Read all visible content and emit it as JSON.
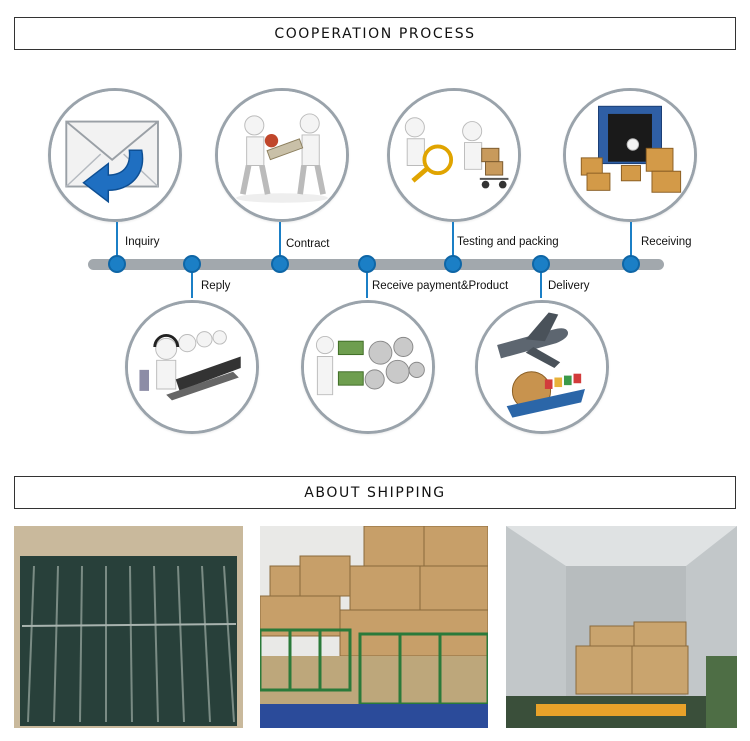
{
  "headers": {
    "process": "COOPERATION PROCESS",
    "shipping": "ABOUT SHIPPING"
  },
  "steps": [
    {
      "label": "Inquiry",
      "icon": "envelope-icon"
    },
    {
      "label": "Reply",
      "icon": "call-center-icon"
    },
    {
      "label": "Contract",
      "icon": "handshake-icon"
    },
    {
      "label": "Receive payment&Product",
      "icon": "gears-money-icon"
    },
    {
      "label": "Testing and packing",
      "icon": "magnifier-icon"
    },
    {
      "label": "Delivery",
      "icon": "airplane-icon"
    },
    {
      "label": "Receiving",
      "icon": "container-boxes-icon"
    }
  ],
  "colors": {
    "timeline": "#a2a8ad",
    "node": "#1b7fc6",
    "circle_border": "#9aa3ab",
    "header_border": "#333333"
  }
}
